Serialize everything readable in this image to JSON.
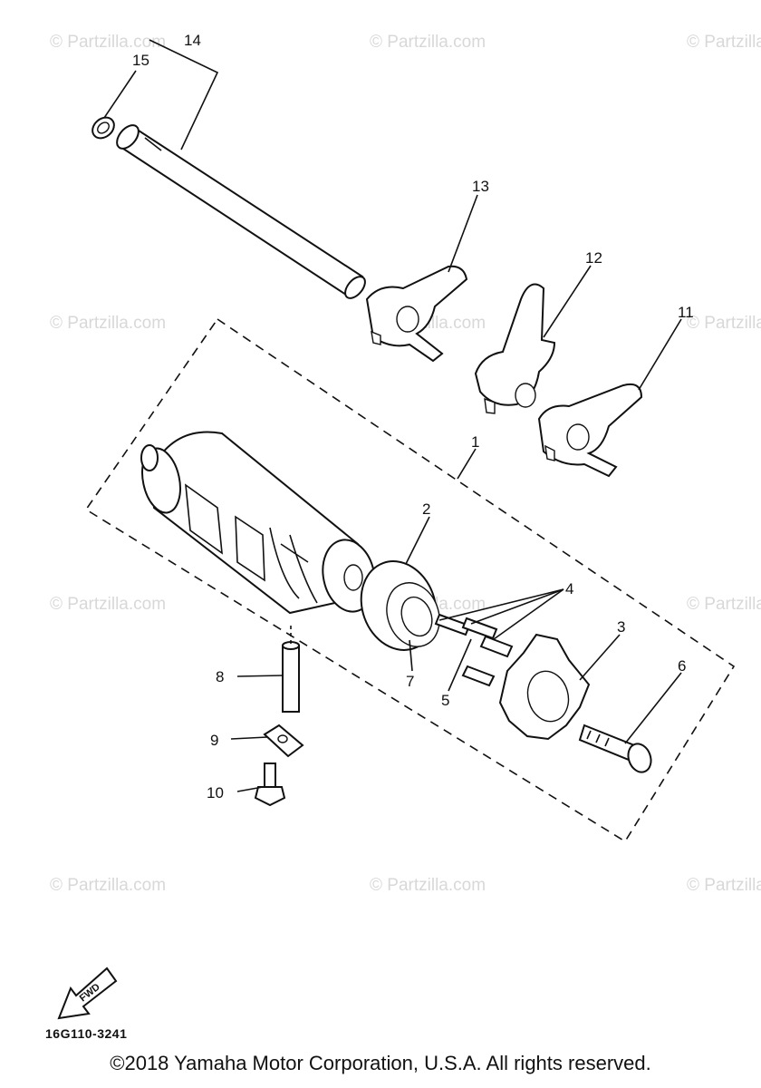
{
  "watermark": "© Partzilla.com",
  "callouts": [
    "1",
    "2",
    "3",
    "4",
    "5",
    "6",
    "7",
    "8",
    "9",
    "10",
    "11",
    "12",
    "13",
    "14",
    "15"
  ],
  "fwd_label": "FWD",
  "part_number": "16G110-3241",
  "copyright": "©2018  Yamaha Motor Corporation, U.S.A. All rights reserved."
}
